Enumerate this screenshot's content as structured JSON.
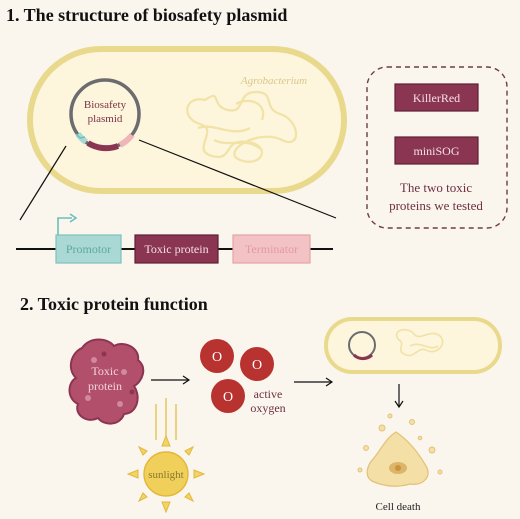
{
  "section1": {
    "title": "1. The structure of biosafety plasmid",
    "organism": "Agrobacterium",
    "plasmid_label_line1": "Biosafety",
    "plasmid_label_line2": "plasmid",
    "construct": {
      "promotor": "Promotor",
      "toxic_protein": "Toxic protein",
      "terminator": "Terminator"
    },
    "tested_box": {
      "protein1": "KillerRed",
      "protein2": "miniSOG",
      "caption_line1": "The two toxic",
      "caption_line2": "proteins we tested"
    }
  },
  "section2": {
    "title": "2. Toxic protein function",
    "protein_line1": "Toxic",
    "protein_line2": "protein",
    "oxygen_symbol": "O",
    "oxygen_line1": "active",
    "oxygen_line2": "oxygen",
    "sun_label": "sunlight",
    "cell_death": "Cell death"
  },
  "colors": {
    "cell_border": "#e8d894",
    "cell_fill": "#fdf6dc",
    "plasmid_ring": "#6d6d72",
    "promotor": "#a9d8d5",
    "toxic_protein": "#8a3552",
    "terminator": "#f3bcc0",
    "oxygen_red": "#b8322f",
    "sun": "#f0cf5a"
  }
}
